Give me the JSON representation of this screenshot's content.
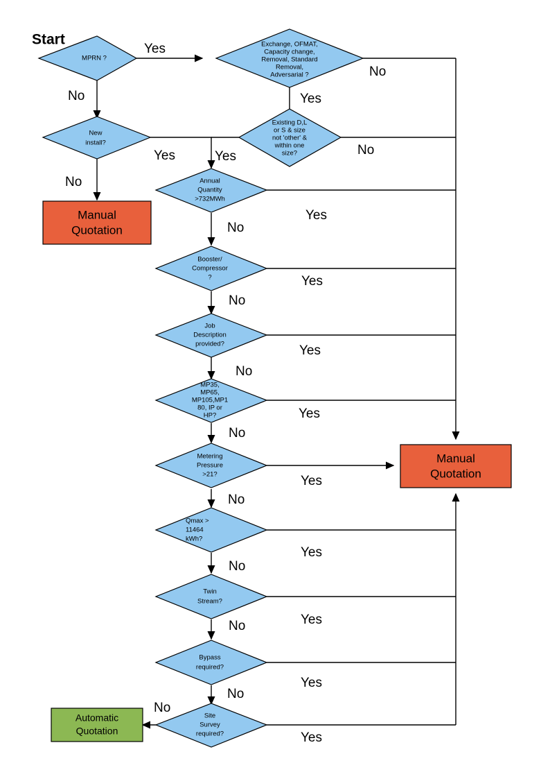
{
  "title_label": "Start",
  "colors": {
    "decision_fill": "#93c9f0",
    "manual_fill": "#e8603c",
    "automatic_fill": "#8cb853",
    "stroke": "#000000",
    "background": "#ffffff"
  },
  "edge_labels": {
    "yes": "Yes",
    "no": "No"
  },
  "decisions": [
    {
      "id": "mprn",
      "lines": [
        "MPRN ?"
      ]
    },
    {
      "id": "exchange",
      "lines": [
        "Exchange, OFMAT,",
        "Capacity change,",
        "Removal, Standard",
        "Removal,",
        "Adversarial ?"
      ]
    },
    {
      "id": "new-install",
      "lines": [
        "New",
        "install?"
      ]
    },
    {
      "id": "existing-dls",
      "lines": [
        "Existing D,L",
        "or S & size",
        "not 'other' &",
        "within one",
        "size?"
      ]
    },
    {
      "id": "annual-quantity",
      "lines": [
        "Annual",
        "Quantity",
        ">732MWh"
      ]
    },
    {
      "id": "booster-compressor",
      "lines": [
        "Booster/",
        "Compressor",
        "?"
      ]
    },
    {
      "id": "job-description",
      "lines": [
        "Job",
        "Description",
        "provided?"
      ]
    },
    {
      "id": "meter-types",
      "lines": [
        "MP35,",
        "MP65,",
        "MP105,MP1",
        "80, IP or",
        "HP?"
      ]
    },
    {
      "id": "metering-pressure",
      "lines": [
        "Metering",
        "Pressure",
        ">21?"
      ]
    },
    {
      "id": "qmax",
      "lines": [
        "Qmax >",
        "11464",
        "kWh?"
      ]
    },
    {
      "id": "twin-stream",
      "lines": [
        "Twin",
        "Stream?"
      ]
    },
    {
      "id": "bypass",
      "lines": [
        "Bypass",
        "required?"
      ]
    },
    {
      "id": "site-survey",
      "lines": [
        "Site",
        "Survey",
        "required?"
      ]
    }
  ],
  "terminals": [
    {
      "id": "manual-quotation-left",
      "lines": [
        "Manual",
        "Quotation"
      ],
      "type": "manual"
    },
    {
      "id": "manual-quotation-right",
      "lines": [
        "Manual",
        "Quotation"
      ],
      "type": "manual"
    },
    {
      "id": "automatic-quotation",
      "lines": [
        "Automatic",
        "Quotation"
      ],
      "type": "automatic"
    }
  ],
  "branch_answers": {
    "mprn_yes": "Yes",
    "mprn_no": "No",
    "exchange_no": "No",
    "exchange_yes": "Yes",
    "new_install_yes": "Yes",
    "new_install_no": "No",
    "existing_yes": "Yes",
    "existing_no": "No",
    "annual_quantity_yes": "Yes",
    "annual_quantity_no": "No",
    "booster_yes": "Yes",
    "booster_no": "No",
    "job_description_yes": "Yes",
    "job_description_no": "No",
    "meter_types_yes": "Yes",
    "meter_types_no": "No",
    "metering_pressure_yes": "Yes",
    "metering_pressure_no": "No",
    "qmax_yes": "Yes",
    "qmax_no": "No",
    "twin_stream_yes": "Yes",
    "twin_stream_no": "No",
    "bypass_yes": "Yes",
    "bypass_no": "No",
    "site_survey_yes": "Yes",
    "site_survey_no": "No"
  }
}
